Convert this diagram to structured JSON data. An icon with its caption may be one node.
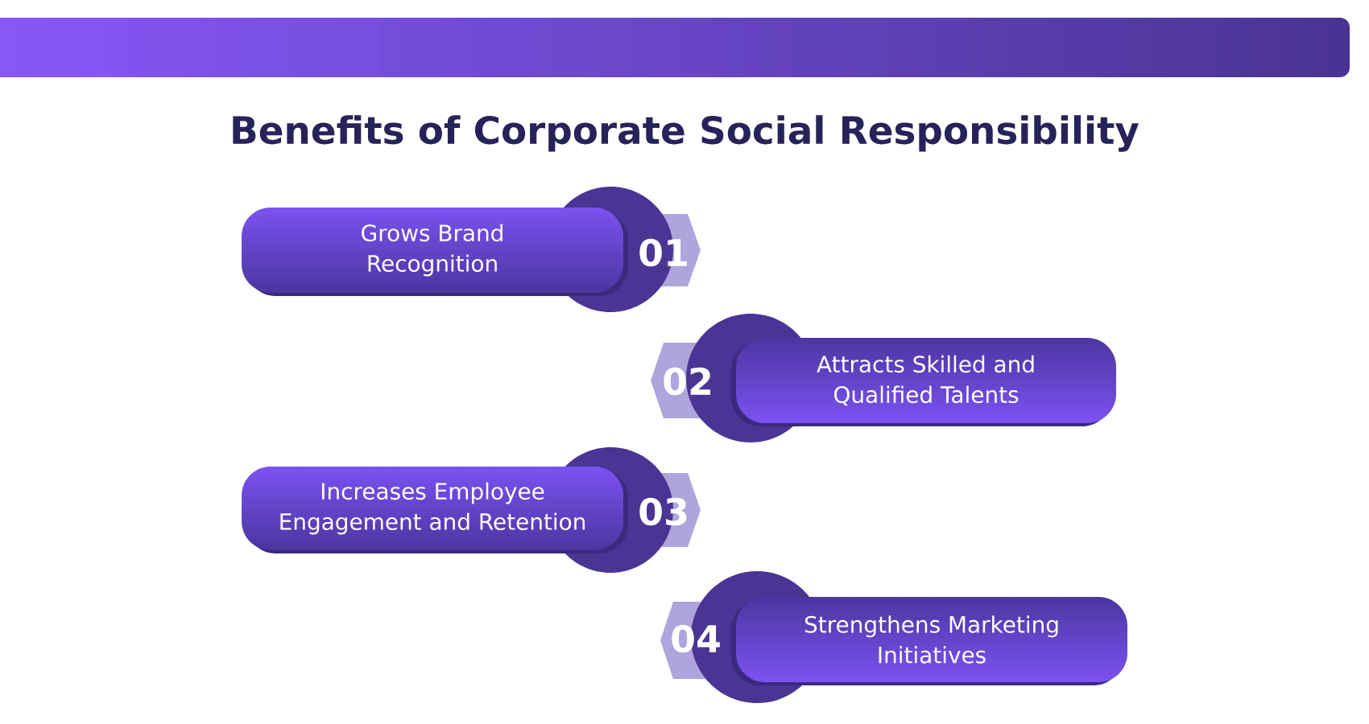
{
  "diagram": {
    "title": "Benefits of Corporate Social Responsibility",
    "nodes": [
      {
        "text": [
          "Grows Brand Recognition"
        ]
      },
      {
        "text": [
          "01"
        ]
      },
      {
        "text": [
          "02"
        ]
      },
      {
        "text": [
          "Attracts Skilled and Qualified Talents"
        ]
      },
      {
        "text": [
          "Increases Employee Engagement and Retention"
        ]
      },
      {
        "text": [
          "03"
        ]
      },
      {
        "text": [
          "04"
        ]
      },
      {
        "text": [
          "Strengthens Marketing Initiatives"
        ]
      }
    ]
  }
}
